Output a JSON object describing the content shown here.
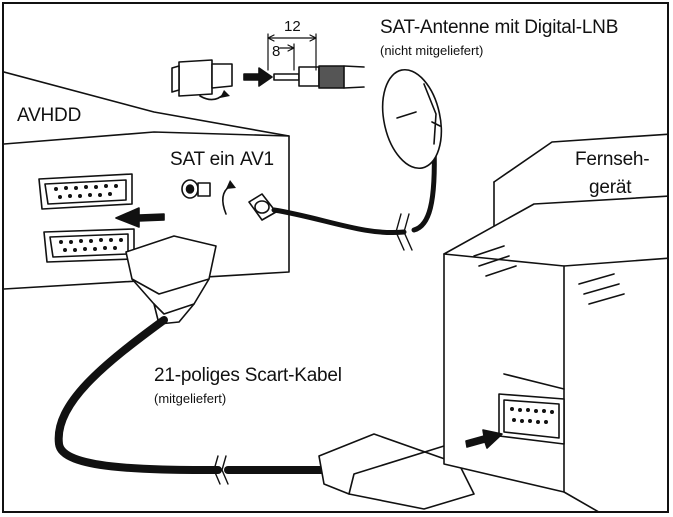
{
  "labels": {
    "device": "AVHDD",
    "sat_in": "SAT ein",
    "av1": "AV1",
    "antenna_title": "SAT-Antenne mit Digital-LNB",
    "antenna_note": "(nicht  mitgeliefert)",
    "tv_line1": "Fernseh-",
    "tv_line2": "gerät",
    "cable_title": "21-poliges Scart-Kabel",
    "cable_note": "(mitgeliefert)",
    "dim_outer": "12",
    "dim_inner": "8"
  },
  "colors": {
    "line": "#111111",
    "cable": "#111111",
    "background": "#ffffff"
  }
}
